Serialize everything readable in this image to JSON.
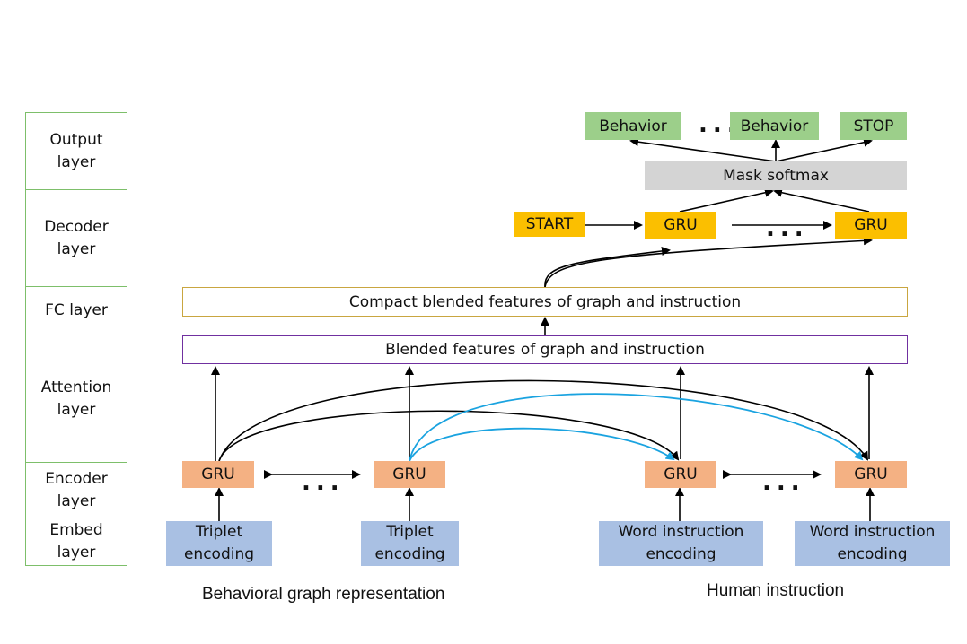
{
  "layers": [
    {
      "id": "output",
      "label": "Output\nlayer"
    },
    {
      "id": "decoder",
      "label": "Decoder\nlayer"
    },
    {
      "id": "fc",
      "label": "FC  layer"
    },
    {
      "id": "attention",
      "label": "Attention\nlayer"
    },
    {
      "id": "encoder",
      "label": "Encoder\nlayer"
    },
    {
      "id": "embed",
      "label": "Embed\nlayer"
    }
  ],
  "output": {
    "behavior1": "Behavior",
    "behavior2": "Behavior",
    "stop": "STOP",
    "dots": "..."
  },
  "mask_softmax": "Mask softmax",
  "decoder": {
    "start": "START",
    "gru1": "GRU",
    "gru2": "GRU",
    "dots": "..."
  },
  "fc_label": "Compact blended features of graph and instruction",
  "attention_label": "Blended features of graph and instruction",
  "encoder": {
    "gru1": "GRU",
    "gru2": "GRU",
    "gru3": "GRU",
    "gru4": "GRU",
    "dots_left": "...",
    "dots_right": "..."
  },
  "embed": {
    "triplet1": "Triplet\nencoding",
    "triplet2": "Triplet\nencoding",
    "word1": "Word instruction\nencoding",
    "word2": "Word instruction\nencoding"
  },
  "captions": {
    "left": "Behavioral graph representation",
    "right": "Human instruction"
  },
  "colors": {
    "output": "#9ccf8a",
    "softmax": "#d4d4d4",
    "decoder": "#fbbf00",
    "encoder": "#f4b183",
    "embed": "#a9c0e3",
    "fc_border": "#c9a640",
    "attention_border": "#7030a0",
    "layer_border": "#7dbf6a",
    "attention_arrow_blue": "#1aa3e0"
  }
}
